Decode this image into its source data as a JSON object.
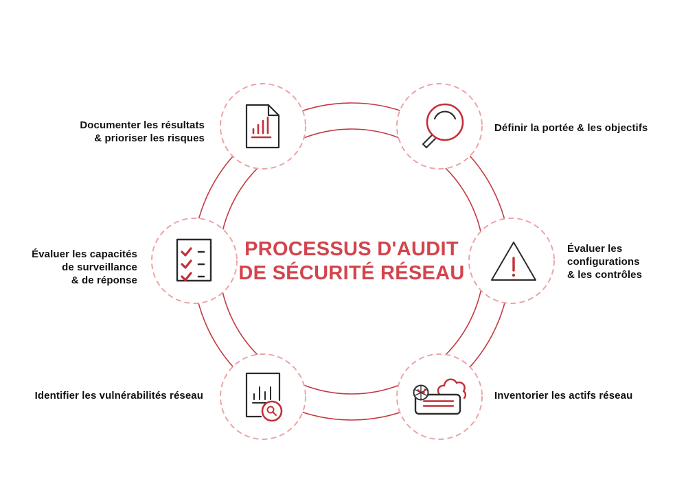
{
  "title": {
    "line1": "PROCESSUS D'AUDIT",
    "line2": "DE SÉCURITÉ RÉSEAU"
  },
  "labels": {
    "document_results": {
      "line1": "Documenter les résultats",
      "line2": "& prioriser les risques"
    },
    "define_scope": {
      "line1": "Définir la portée & les objectifs"
    },
    "evaluate_monitoring": {
      "line1": "Évaluer les capacités",
      "line2": "de surveillance",
      "line3": "& de réponse"
    },
    "evaluate_configs": {
      "line1": "Évaluer les",
      "line2": "configurations",
      "line3": "& les contrôles"
    },
    "identify_vulnerabilities": {
      "line1": "Identifier les vulnérabilités réseau"
    },
    "inventory_assets": {
      "line1": "Inventorier les actifs réseau"
    }
  },
  "icons": {
    "top_left": "document-chart-icon",
    "top_right": "magnifier-icon",
    "left": "checklist-icon",
    "right": "warning-triangle-icon",
    "bottom_left": "document-search-icon",
    "bottom_right": "network-assets-icon"
  },
  "colors": {
    "background": "#ffffff",
    "ring_red": "#c43940",
    "node_dash": "#eda3a7",
    "title_red": "#d3444d",
    "icon_red": "#c22f38",
    "icon_dark": "#2b2b2b",
    "text_color": "#111111"
  }
}
